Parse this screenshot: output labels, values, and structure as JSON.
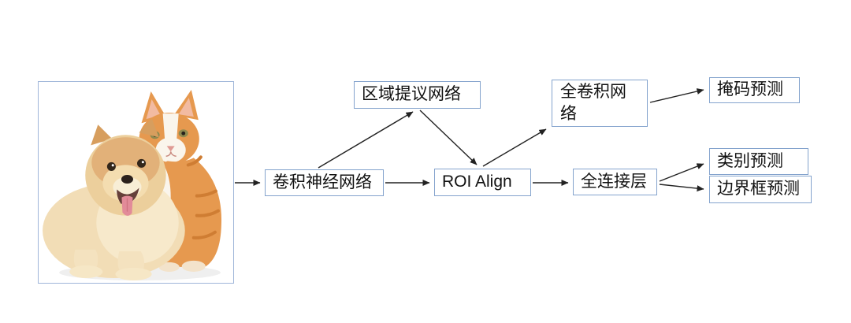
{
  "diagram": {
    "nodes": {
      "cnn": {
        "label": "卷积神经网络"
      },
      "rpn": {
        "label": "区域提议网络"
      },
      "roi_align": {
        "label": "ROI Align"
      },
      "fcn": {
        "label": "全卷积网络"
      },
      "mask_pred": {
        "label": "掩码预测"
      },
      "fc_layer": {
        "label": "全连接层"
      },
      "class_pred": {
        "label": "类别预测"
      },
      "bbox_pred": {
        "label": "边界框预测"
      }
    },
    "edges": [
      {
        "from": "input_image",
        "to": "cnn"
      },
      {
        "from": "cnn",
        "to": "rpn"
      },
      {
        "from": "cnn",
        "to": "roi_align"
      },
      {
        "from": "rpn",
        "to": "roi_align"
      },
      {
        "from": "roi_align",
        "to": "fcn"
      },
      {
        "from": "roi_align",
        "to": "fc_layer"
      },
      {
        "from": "fcn",
        "to": "mask_pred"
      },
      {
        "from": "fc_layer",
        "to": "class_pred"
      },
      {
        "from": "fc_layer",
        "to": "bbox_pred"
      }
    ],
    "input_image": {
      "description": "photo of a cream pomeranian dog sitting in front of an orange-and-white tabby cat on a white background"
    }
  },
  "colors": {
    "node_border": "#84a3cd",
    "image_border": "#9fb6d9",
    "arrow": "#222222",
    "text": "#111111",
    "background": "#ffffff"
  }
}
